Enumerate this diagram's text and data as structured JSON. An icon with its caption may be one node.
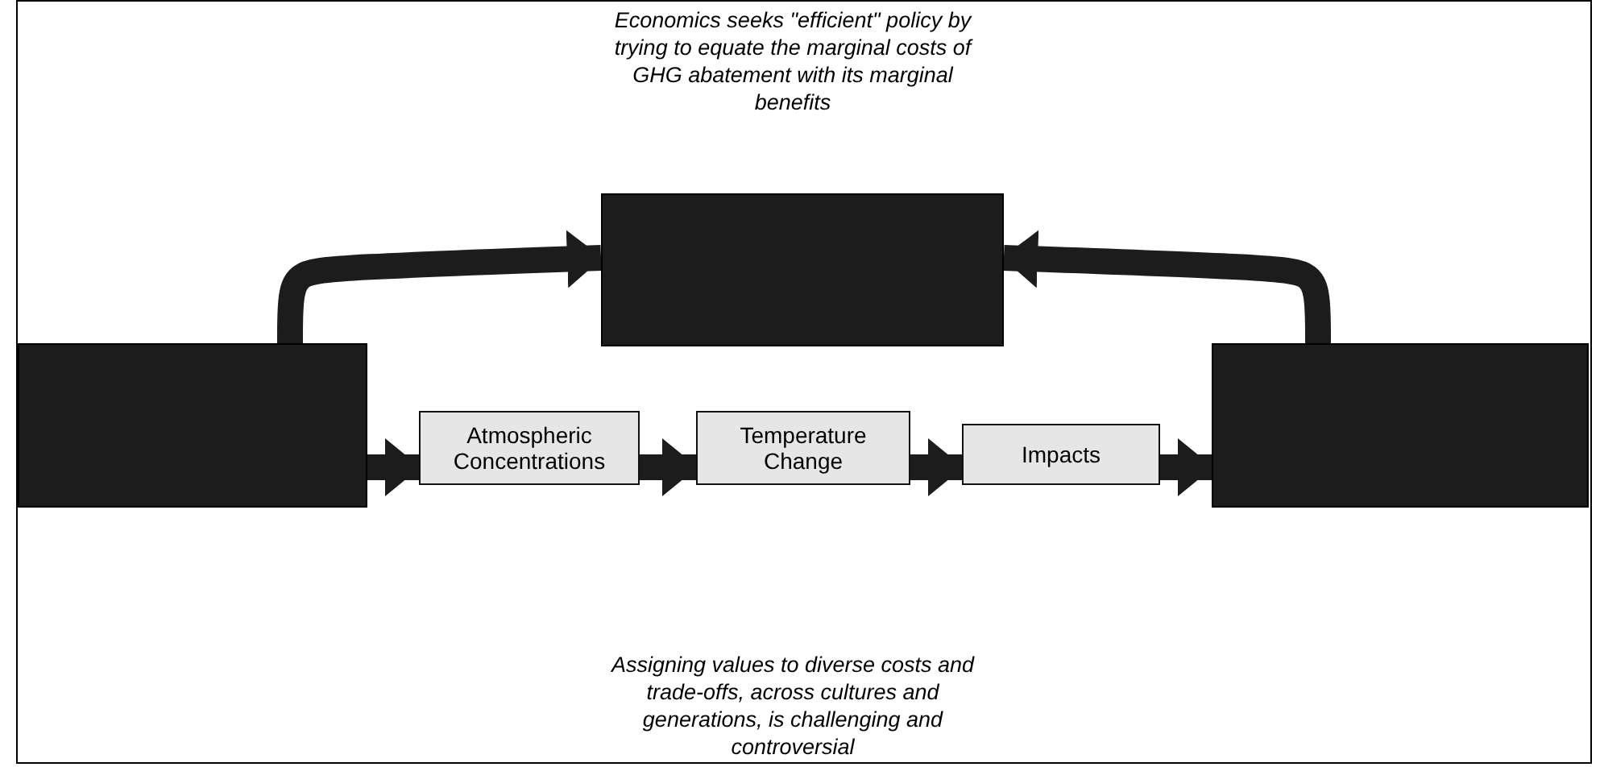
{
  "diagram": {
    "nodes": [
      {
        "text": [],
        "shape": "box"
      },
      {
        "text": [],
        "shape": "box"
      },
      {
        "text": [
          "Atmospheric Concentrations"
        ]
      },
      {
        "text": [
          "Temperature Change"
        ]
      },
      {
        "text": [
          "Impacts"
        ]
      },
      {
        "text": [],
        "shape": "box"
      }
    ],
    "edges": [
      {
        "from": 1,
        "to": 2,
        "arrow": "to"
      },
      {
        "from": 2,
        "to": 3,
        "arrow": "to"
      },
      {
        "from": 3,
        "to": 4,
        "arrow": "to"
      },
      {
        "from": 4,
        "to": 5,
        "arrow": "to"
      },
      {
        "from": 1,
        "to": 0,
        "arrow": "to"
      },
      {
        "from": 5,
        "to": 0,
        "arrow": "to"
      }
    ],
    "labels": [
      "Economics seeks \"efficient\" policy by trying to equate the marginal costs of GHG abatement with its marginal benefits",
      "Assigning values to diverse costs and trade-offs, across cultures and generations, is challenging and controversial"
    ]
  }
}
